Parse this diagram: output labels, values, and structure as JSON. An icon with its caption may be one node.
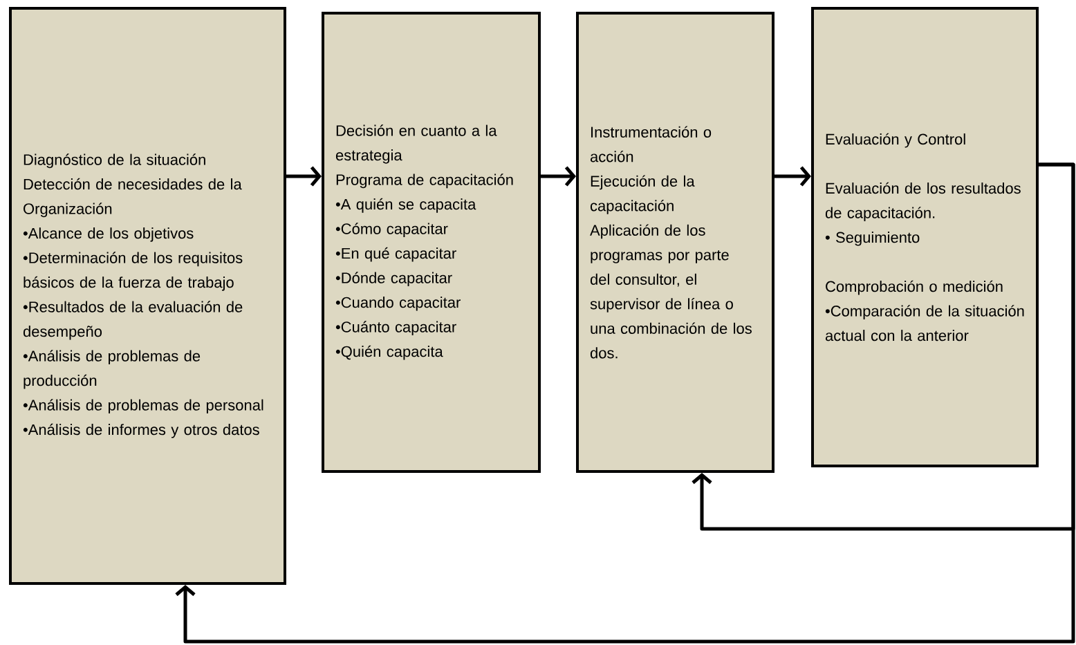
{
  "diagram": {
    "nodes": [
      {
        "text": [
          "Diagnóstico de la situación",
          "Detección de necesidades de la Organización",
          "•Alcance de los objetivos",
          "•Determinación de los requisitos básicos de la fuerza de trabajo",
          "•Resultados de la evaluación de desempeño",
          "•Análisis de problemas de producción",
          "•Análisis de problemas de personal",
          "•Análisis de informes y otros datos"
        ]
      },
      {
        "text": [
          "Decisión en cuanto a la estrategia",
          "Programa de capacitación",
          "•A quién se capacita",
          "•Cómo capacitar",
          "•En qué capacitar",
          "•Dónde capacitar",
          "•Cuando capacitar",
          "•Cuánto capacitar",
          "•Quién capacita"
        ]
      },
      {
        "text": [
          "Instrumentación o acción",
          "Ejecución de la capacitación",
          "Aplicación de los programas por parte del consultor, el supervisor de línea o una combinación de los dos."
        ]
      },
      {
        "text": [
          "Evaluación y Control",
          "Evaluación de los resultados de capacitación.",
          "• Seguimiento",
          "Comprobación o medición",
          "•Comparación de la situación actual con la anterior"
        ]
      }
    ],
    "edges": [
      {
        "from": 0,
        "to": 1,
        "arrow": "to"
      },
      {
        "from": 1,
        "to": 2,
        "arrow": "to"
      },
      {
        "from": 2,
        "to": 3,
        "arrow": "to"
      },
      {
        "from": 3,
        "to": 2,
        "arrow": "to"
      },
      {
        "from": 3,
        "to": 0,
        "arrow": "to"
      }
    ]
  }
}
